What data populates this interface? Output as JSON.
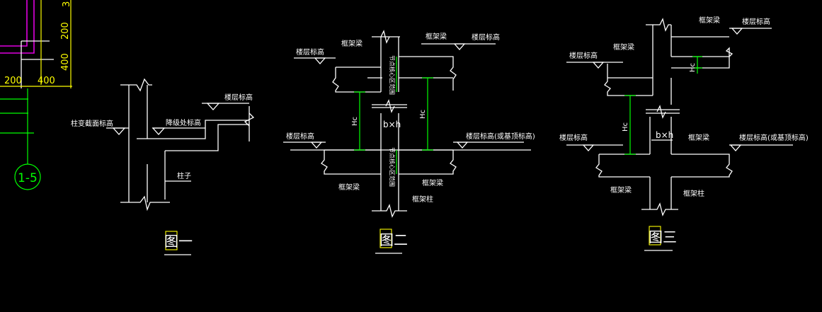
{
  "partial": {
    "dim_200_top": "200",
    "dim_400_top": "400",
    "dim_200": "200",
    "dim_400": "400",
    "dim_3": "3",
    "axis_label": "1-5"
  },
  "fig1": {
    "caption": "图一",
    "label_column_section_top": "柱变截面标高",
    "label_step_top": "降级处标高",
    "label_floor": "楼层标高",
    "label_column": "柱子"
  },
  "fig2": {
    "caption": "图二",
    "label_floor_left_top": "楼层标高",
    "label_frame_beam_top_left": "框架梁",
    "label_frame_beam_top_right": "框架梁",
    "label_floor_right_top": "楼层标高",
    "label_core_upper": "节点核心区范围",
    "label_core_lower": "节点核心区范围",
    "label_hc_left": "Hc",
    "label_hc_right": "Hc",
    "label_bxh": "b×h",
    "label_floor_left_mid": "楼层标高",
    "label_floor_right_mid": "楼层标高(或基顶标高)",
    "label_frame_beam_bottom_left": "框架梁",
    "label_frame_beam_bottom_right": "框架梁",
    "label_frame_column": "框架柱"
  },
  "fig3": {
    "caption": "图三",
    "label_frame_beam_top": "框架梁",
    "label_floor_top_right": "楼层标高",
    "label_floor_left_top": "楼层标高",
    "label_frame_beam_upper_left": "框架梁",
    "label_hc_small": "Hc",
    "label_hc_big": "Hc",
    "label_bxh": "b×h",
    "label_floor_left_mid": "楼层标高",
    "label_frame_beam_mid": "框架梁",
    "label_floor_right_mid": "楼层标高(或基顶标高)",
    "label_frame_beam_bottom": "框架梁",
    "label_frame_column": "框架柱"
  }
}
